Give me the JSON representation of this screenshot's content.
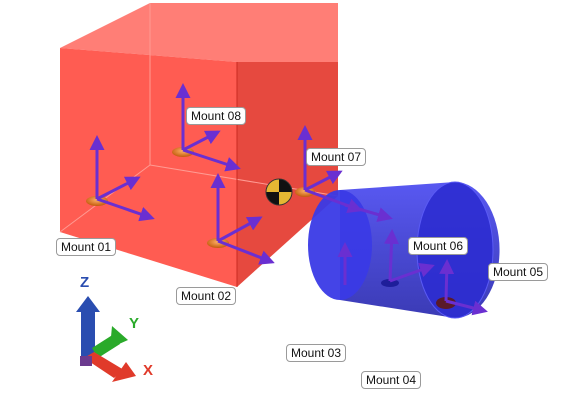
{
  "mount_labels": [
    {
      "id": "mount-08",
      "text": "Mount 08"
    },
    {
      "id": "mount-07",
      "text": "Mount 07"
    },
    {
      "id": "mount-01",
      "text": "Mount 01"
    },
    {
      "id": "mount-02",
      "text": "Mount 02"
    },
    {
      "id": "mount-06",
      "text": "Mount 06"
    },
    {
      "id": "mount-05",
      "text": "Mount 05"
    },
    {
      "id": "mount-03",
      "text": "Mount 03"
    },
    {
      "id": "mount-04",
      "text": "Mount 04"
    }
  ],
  "triad": {
    "x": "X",
    "y": "Y",
    "z": "Z"
  },
  "colors": {
    "box": "#ff3b30",
    "cylinder": "#2b2bd8",
    "mount_pad": "#e07a1a",
    "local_axis": "#6a2fd1",
    "x_axis": "#e03a2a",
    "y_axis": "#2aaa2a",
    "z_axis": "#2a4db0"
  },
  "icons": {
    "center_of_gravity": "cg-marker-icon",
    "triad": "coordinate-triad-icon"
  }
}
